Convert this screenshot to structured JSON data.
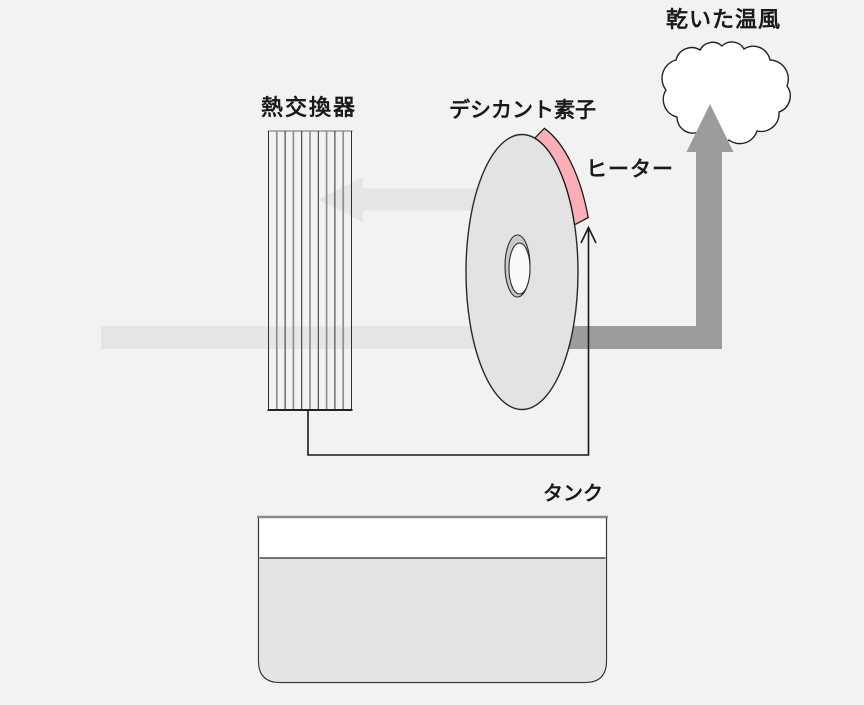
{
  "labels": {
    "dry_warm_air": "乾いた温風",
    "heat_exchanger": "熱交換器",
    "desiccant_element": "デシカント素子",
    "heater": "ヒーター",
    "tank": "タンク"
  },
  "colors": {
    "background": "#f2f2f2",
    "flow_light": "#e5e5e5",
    "flow_dark": "#9c9c9c",
    "heater_pink": "#f9aeb8",
    "disk_fill": "#e3e3e3",
    "hub_ring": "#c9c9c9",
    "hub_hole": "#fafafa",
    "cloud_fill": "#ffffff",
    "tank_water": "#e4e4e4",
    "outline_dark": "#2a2a2a",
    "text": "#1a1a1a"
  }
}
